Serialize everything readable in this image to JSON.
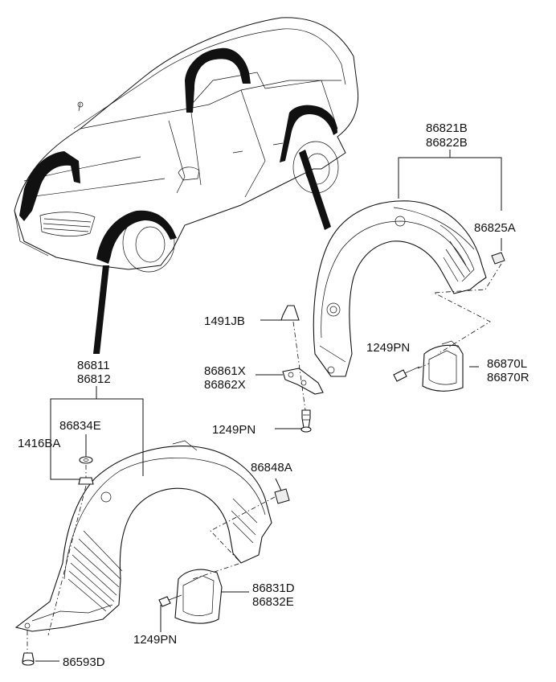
{
  "labels": {
    "rear_guard_lh": "86821B",
    "rear_guard_rh": "86822B",
    "rear_guard_clip": "86825A",
    "rear_bracket_screw": "1491JB",
    "rear_bracket_lh": "86861X",
    "rear_bracket_rh": "86862X",
    "rear_bracket_bolt": "1249PN",
    "rear_mudguard_bolt": "1249PN",
    "rear_mudguard_lh": "86870L",
    "rear_mudguard_rh": "86870R",
    "front_guard_lh": "86811",
    "front_guard_rh": "86812",
    "front_clip": "86834E",
    "front_nut": "1416BA",
    "front_guard_clip": "86848A",
    "front_mudguard_lh": "86831D",
    "front_mudguard_rh": "86832E",
    "front_mudguard_bolt": "1249PN",
    "front_bottom_clip": "86593D"
  }
}
